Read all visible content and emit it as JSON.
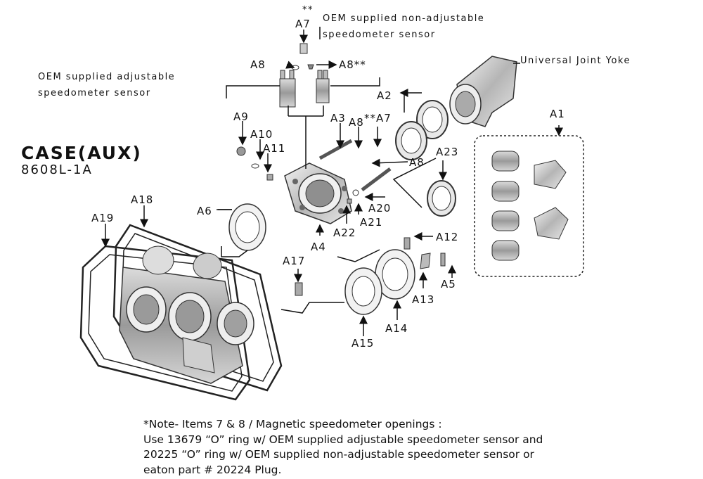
{
  "title": "CASE(AUX)",
  "subtitle": "8608L-1A",
  "callouts": {
    "oem_non_adjustable_line1": "OEM supplied non-adjustable",
    "oem_non_adjustable_line2": "speedometer sensor",
    "oem_adjustable_line1": "OEM supplied adjustable",
    "oem_adjustable_line2": "speedometer sensor",
    "universal_joint_yoke": "Universal Joint Yoke",
    "double_star": "**"
  },
  "part_labels": {
    "a1": "A1",
    "a2": "A2",
    "a3": "A3",
    "a4": "A4",
    "a5": "A5",
    "a6": "A6",
    "a7_top": "A7",
    "a7_mid": "**A7",
    "a8_left": "A8",
    "a8_right": "A8**",
    "a8_mid": "A8",
    "a8_low": "A8",
    "a9": "A9",
    "a10": "A10",
    "a11": "A11",
    "a12": "A12",
    "a13": "A13",
    "a14": "A14",
    "a15": "A15",
    "a17": "A17",
    "a18": "A18",
    "a19": "A19",
    "a20": "A20",
    "a21": "A21",
    "a22": "A22",
    "a23": "A23"
  },
  "note": {
    "line1": "*Note- Items 7 & 8 / Magnetic speedometer openings :",
    "line2": "Use 13679 “O” ring w/ OEM supplied adjustable speedometer sensor and",
    "line3": "20225 “O” ring w/ OEM supplied non-adjustable speedometer sensor or",
    "line4": "eaton part # 20224 Plug."
  },
  "colors": {
    "ink": "#111111",
    "metal_light": "#e6e6e6",
    "metal_mid": "#b9b9b9",
    "metal_dark": "#7a7a7a"
  }
}
